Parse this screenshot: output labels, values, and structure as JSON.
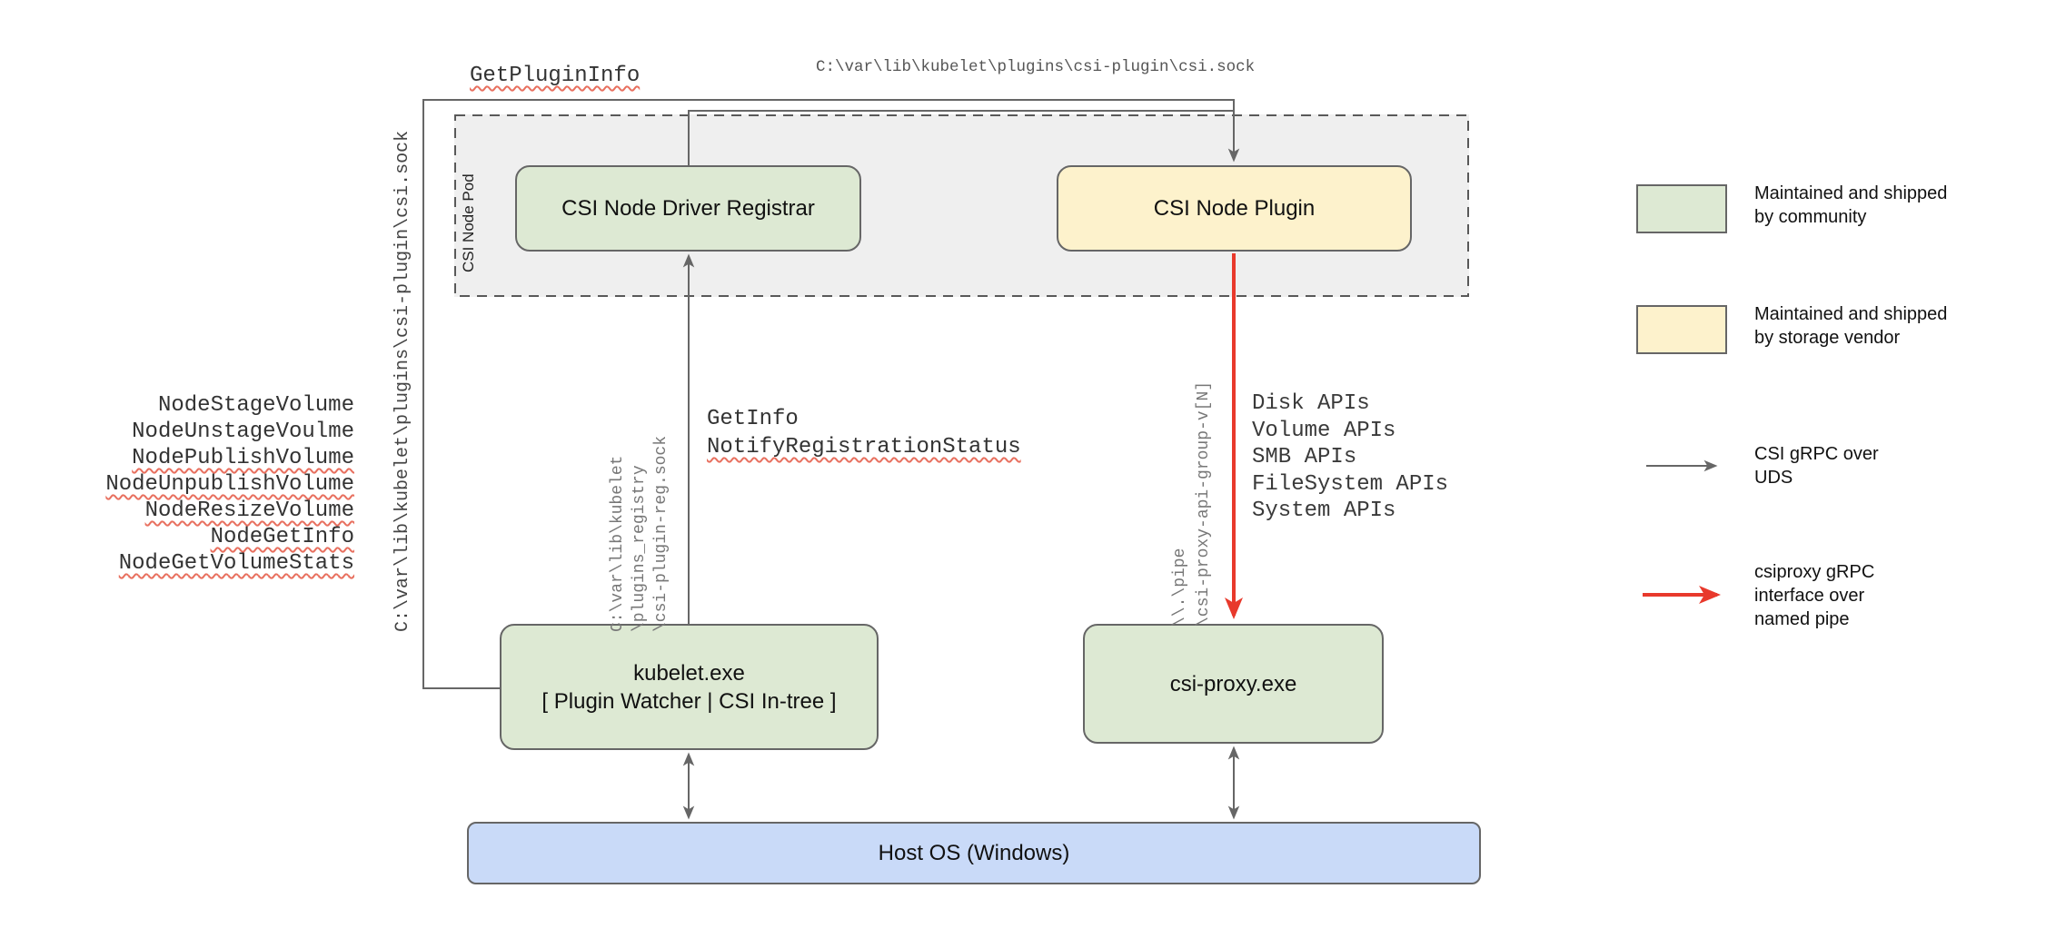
{
  "colors": {
    "community_green": "#dde9d3",
    "vendor_yellow": "#fdf2cc",
    "host_blue": "#c9daf8",
    "pod_gray": "#efefef",
    "line_gray": "#666666",
    "pipe_red": "#e8392c",
    "squiggle_red": "#e8705f"
  },
  "pod": {
    "label": "CSI Node Pod"
  },
  "nodes": {
    "registrar": {
      "label": "CSI Node Driver Registrar"
    },
    "plugin": {
      "label": "CSI Node Plugin"
    },
    "kubelet": {
      "line1": "kubelet.exe",
      "line2": "[ Plugin Watcher | CSI In-tree ]"
    },
    "csi_proxy": {
      "label": "csi-proxy.exe"
    },
    "host_os": {
      "label": "Host OS (Windows)"
    }
  },
  "annotations": {
    "get_plugin_info": "GetPluginInfo",
    "csi_sock_path_top": "C:\\var\\lib\\kubelet\\plugins\\csi-plugin\\csi.sock",
    "csi_sock_path_left": "C:\\var\\lib\\kubelet\\plugins\\csi-plugin\\csi.sock",
    "registration_sock_lines": [
      "C:\\var\\lib\\kubelet",
      "\\plugins_registry",
      "\\csi-plugin-reg.sock"
    ],
    "get_info": "GetInfo",
    "notify_registration_status": "NotifyRegistrationStatus",
    "named_pipe_lines": [
      "\\\\.\\pipe",
      "\\csi-proxy-api-group-v[N]"
    ],
    "node_calls": [
      {
        "text": "NodeStageVolume",
        "squiggle": false
      },
      {
        "text": "NodeUnstageVoulme",
        "squiggle": false
      },
      {
        "text": "NodePublishVolume",
        "squiggle": true
      },
      {
        "text": "NodeUnpublishVolume",
        "squiggle": true
      },
      {
        "text": "NodeResizeVolume",
        "squiggle": true
      },
      {
        "text": "NodeGetInfo",
        "squiggle": true
      },
      {
        "text": "NodeGetVolumeStats",
        "squiggle": true
      }
    ],
    "proxy_apis": [
      "Disk APIs",
      "Volume APIs",
      "SMB APIs",
      "FileSystem APIs",
      "System APIs"
    ]
  },
  "legend": {
    "community": {
      "line1": "Maintained and shipped",
      "line2": "by community"
    },
    "vendor": {
      "line1": "Maintained and shipped",
      "line2": "by storage vendor"
    },
    "uds": {
      "line1": "CSI gRPC over",
      "line2": "UDS"
    },
    "named_pipe": {
      "line1": "csiproxy gRPC",
      "line2": "interface over",
      "line3": "named pipe"
    }
  }
}
